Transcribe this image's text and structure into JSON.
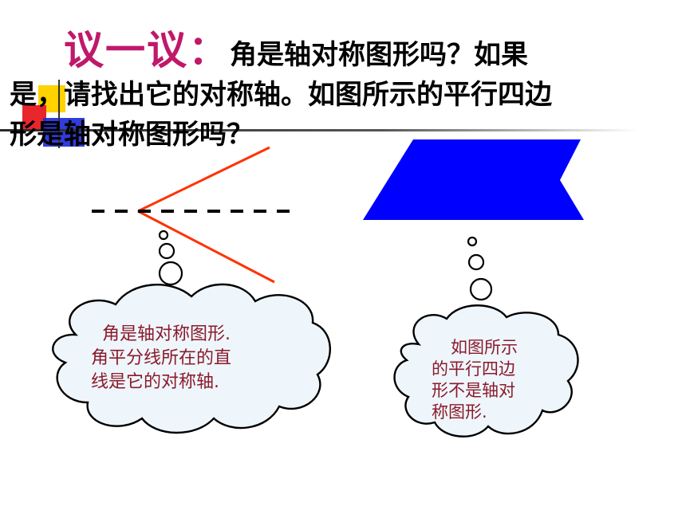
{
  "heading": {
    "lead": "议一议",
    "colon": "：",
    "line1": "角是轴对称图形吗？如果",
    "line2": "是，请找出它的对称轴。如图所示的平行四边",
    "line3": "形是轴对称图形吗？"
  },
  "left_cloud": {
    "line1": "角是轴对称图形.",
    "line2": "角平分线所在的直",
    "line3": "线是它的对称轴."
  },
  "right_cloud": {
    "line1": "如图所示",
    "line2": "的平行四边",
    "line3": "形不是轴对",
    "line4": "称图形."
  },
  "colors": {
    "lead": "#c0186a",
    "angle": "#ff3300",
    "parallelogram": "#0000ff",
    "cloud_text": "#8b1a2b",
    "cloud_fill": "#eef6fb"
  }
}
